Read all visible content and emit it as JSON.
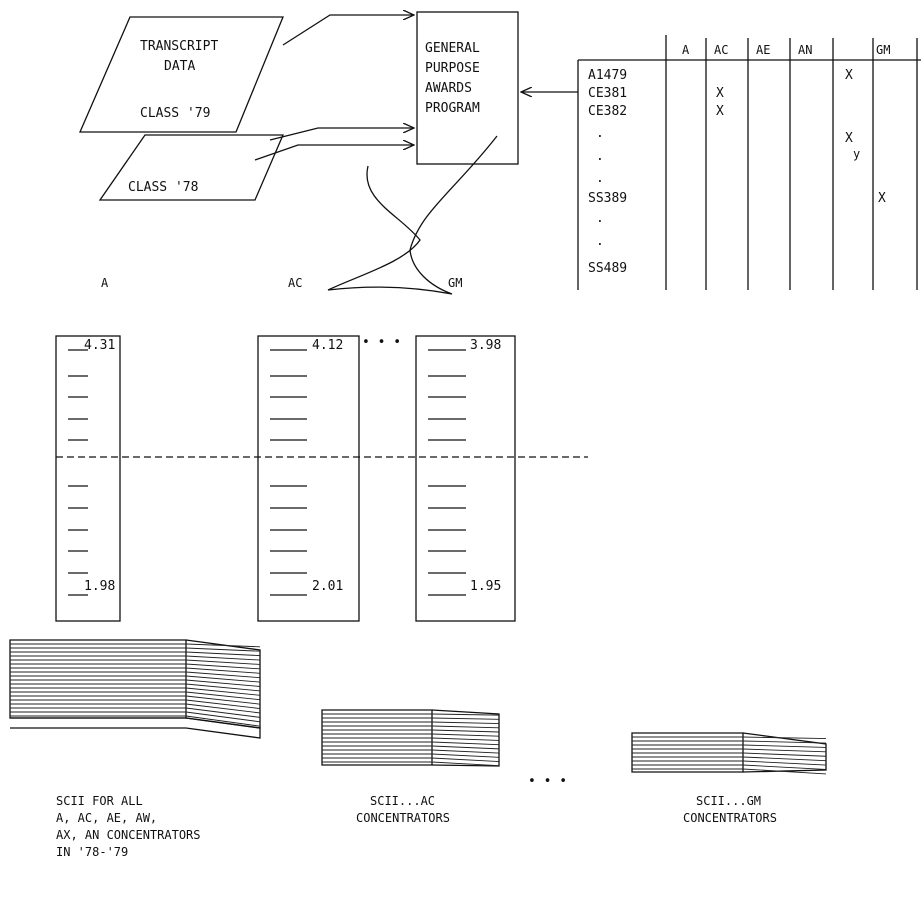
{
  "transcript": {
    "label_1": "TRANSCRIPT",
    "label_2": "DATA",
    "class_79": "CLASS '79",
    "class_78": "CLASS '78"
  },
  "program": {
    "line_1": "GENERAL",
    "line_2": "PURPOSE",
    "line_3": "AWARDS",
    "line_4": "PROGRAM"
  },
  "matrix": {
    "columns": [
      "A",
      "AC",
      "AE",
      "AN",
      "",
      "GM"
    ],
    "rows": [
      "A1479",
      "CE381",
      "CE382",
      ".",
      ".",
      ".",
      "SS389",
      ".",
      ".",
      "SS489"
    ],
    "marks": [
      {
        "row": "A1479",
        "column": 4,
        "mark": "X"
      },
      {
        "row": "CE381",
        "column": 1,
        "mark": "X"
      },
      {
        "row": "CE382",
        "column": 1,
        "mark": "X"
      },
      {
        "row": "dots",
        "column": 4,
        "mark": "X"
      },
      {
        "row": "dots",
        "column": 4,
        "mark": "y"
      },
      {
        "row": "SS389",
        "column": 5,
        "mark": "X"
      }
    ]
  },
  "rankings": [
    {
      "label": "A",
      "top": "4.31",
      "bottom": "1.98"
    },
    {
      "label": "AC",
      "top": "4.12",
      "bottom": "2.01"
    },
    {
      "label": "GM",
      "top": "3.98",
      "bottom": "1.95"
    }
  ],
  "ellipsis": "• • •",
  "stacks": [
    {
      "caption_lines": [
        "SCII FOR ALL",
        "A, AC, AE, AW,",
        "AX, AN CONCENTRATORS",
        "IN '78-'79"
      ]
    },
    {
      "caption_lines": [
        "SCII...AC",
        "CONCENTRATORS"
      ]
    },
    {
      "caption_lines": [
        "SCII...GM",
        "CONCENTRATORS"
      ]
    }
  ],
  "stack_ellipsis": "• • •"
}
